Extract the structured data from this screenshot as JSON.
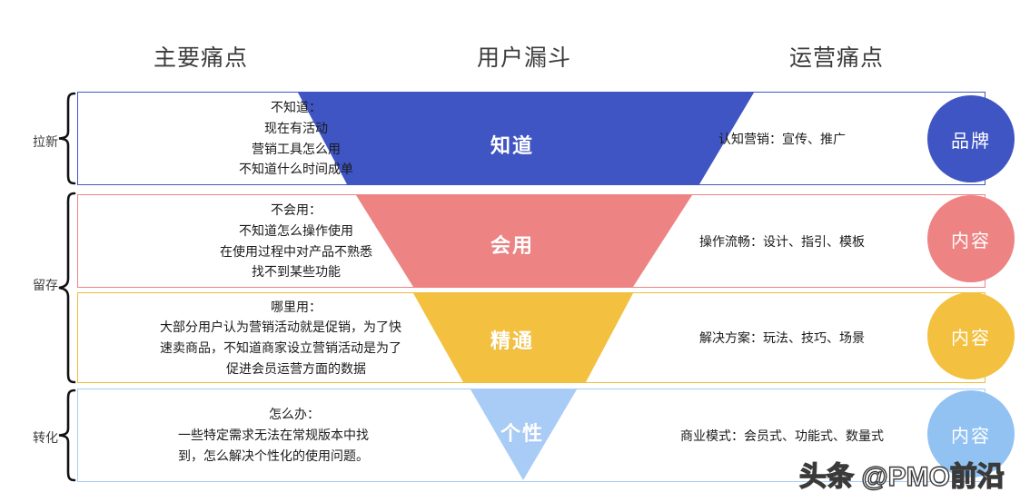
{
  "headers": {
    "pain_points": "主要痛点",
    "funnel": "用户漏斗",
    "operation_pain": "运营痛点"
  },
  "stage_groups": [
    {
      "label": "拉新"
    },
    {
      "label": "留存"
    },
    {
      "label": "转化"
    }
  ],
  "colors": {
    "stage1": "#4055c4",
    "stage2": "#ee8383",
    "stage3": "#f3c13f",
    "stage4": "#92c2f2",
    "text": "#1a1a1a",
    "header_text": "#3c3c3c"
  },
  "rows": [
    {
      "stage": "知道",
      "pain_title": "不知道：",
      "pain_lines": [
        "现在有活动",
        "营销工具怎么用",
        "不知道什么时间成单"
      ],
      "operation": "认知营销：宣传、推广",
      "circle": "品牌",
      "color": "#4055c4"
    },
    {
      "stage": "会用",
      "pain_title": "不会用：",
      "pain_lines": [
        "不知道怎么操作使用",
        "在使用过程中对产品不熟悉",
        "找不到某些功能"
      ],
      "operation": "操作流畅：设计、指引、模板",
      "circle": "内容",
      "color": "#ee8383"
    },
    {
      "stage": "精通",
      "pain_title": "哪里用：",
      "pain_lines": [
        "大部分用户认为营销活动就是促销，为了快",
        "速卖商品，不知道商家设立营销活动是为了",
        "促进会员运营方面的数据"
      ],
      "operation": "解决方案：玩法、技巧、场景",
      "circle": "内容",
      "color": "#f3c13f"
    },
    {
      "stage": "个性",
      "pain_title": "怎么办：",
      "pain_lines": [
        "一些特定需求无法在常规版本中找",
        "到，怎么解决个性化的使用问题。"
      ],
      "operation": "商业模式：会员式、功能式、数量式",
      "circle": "内容",
      "color": "#92c2f2"
    }
  ],
  "watermark": "头条 @PMO前沿"
}
